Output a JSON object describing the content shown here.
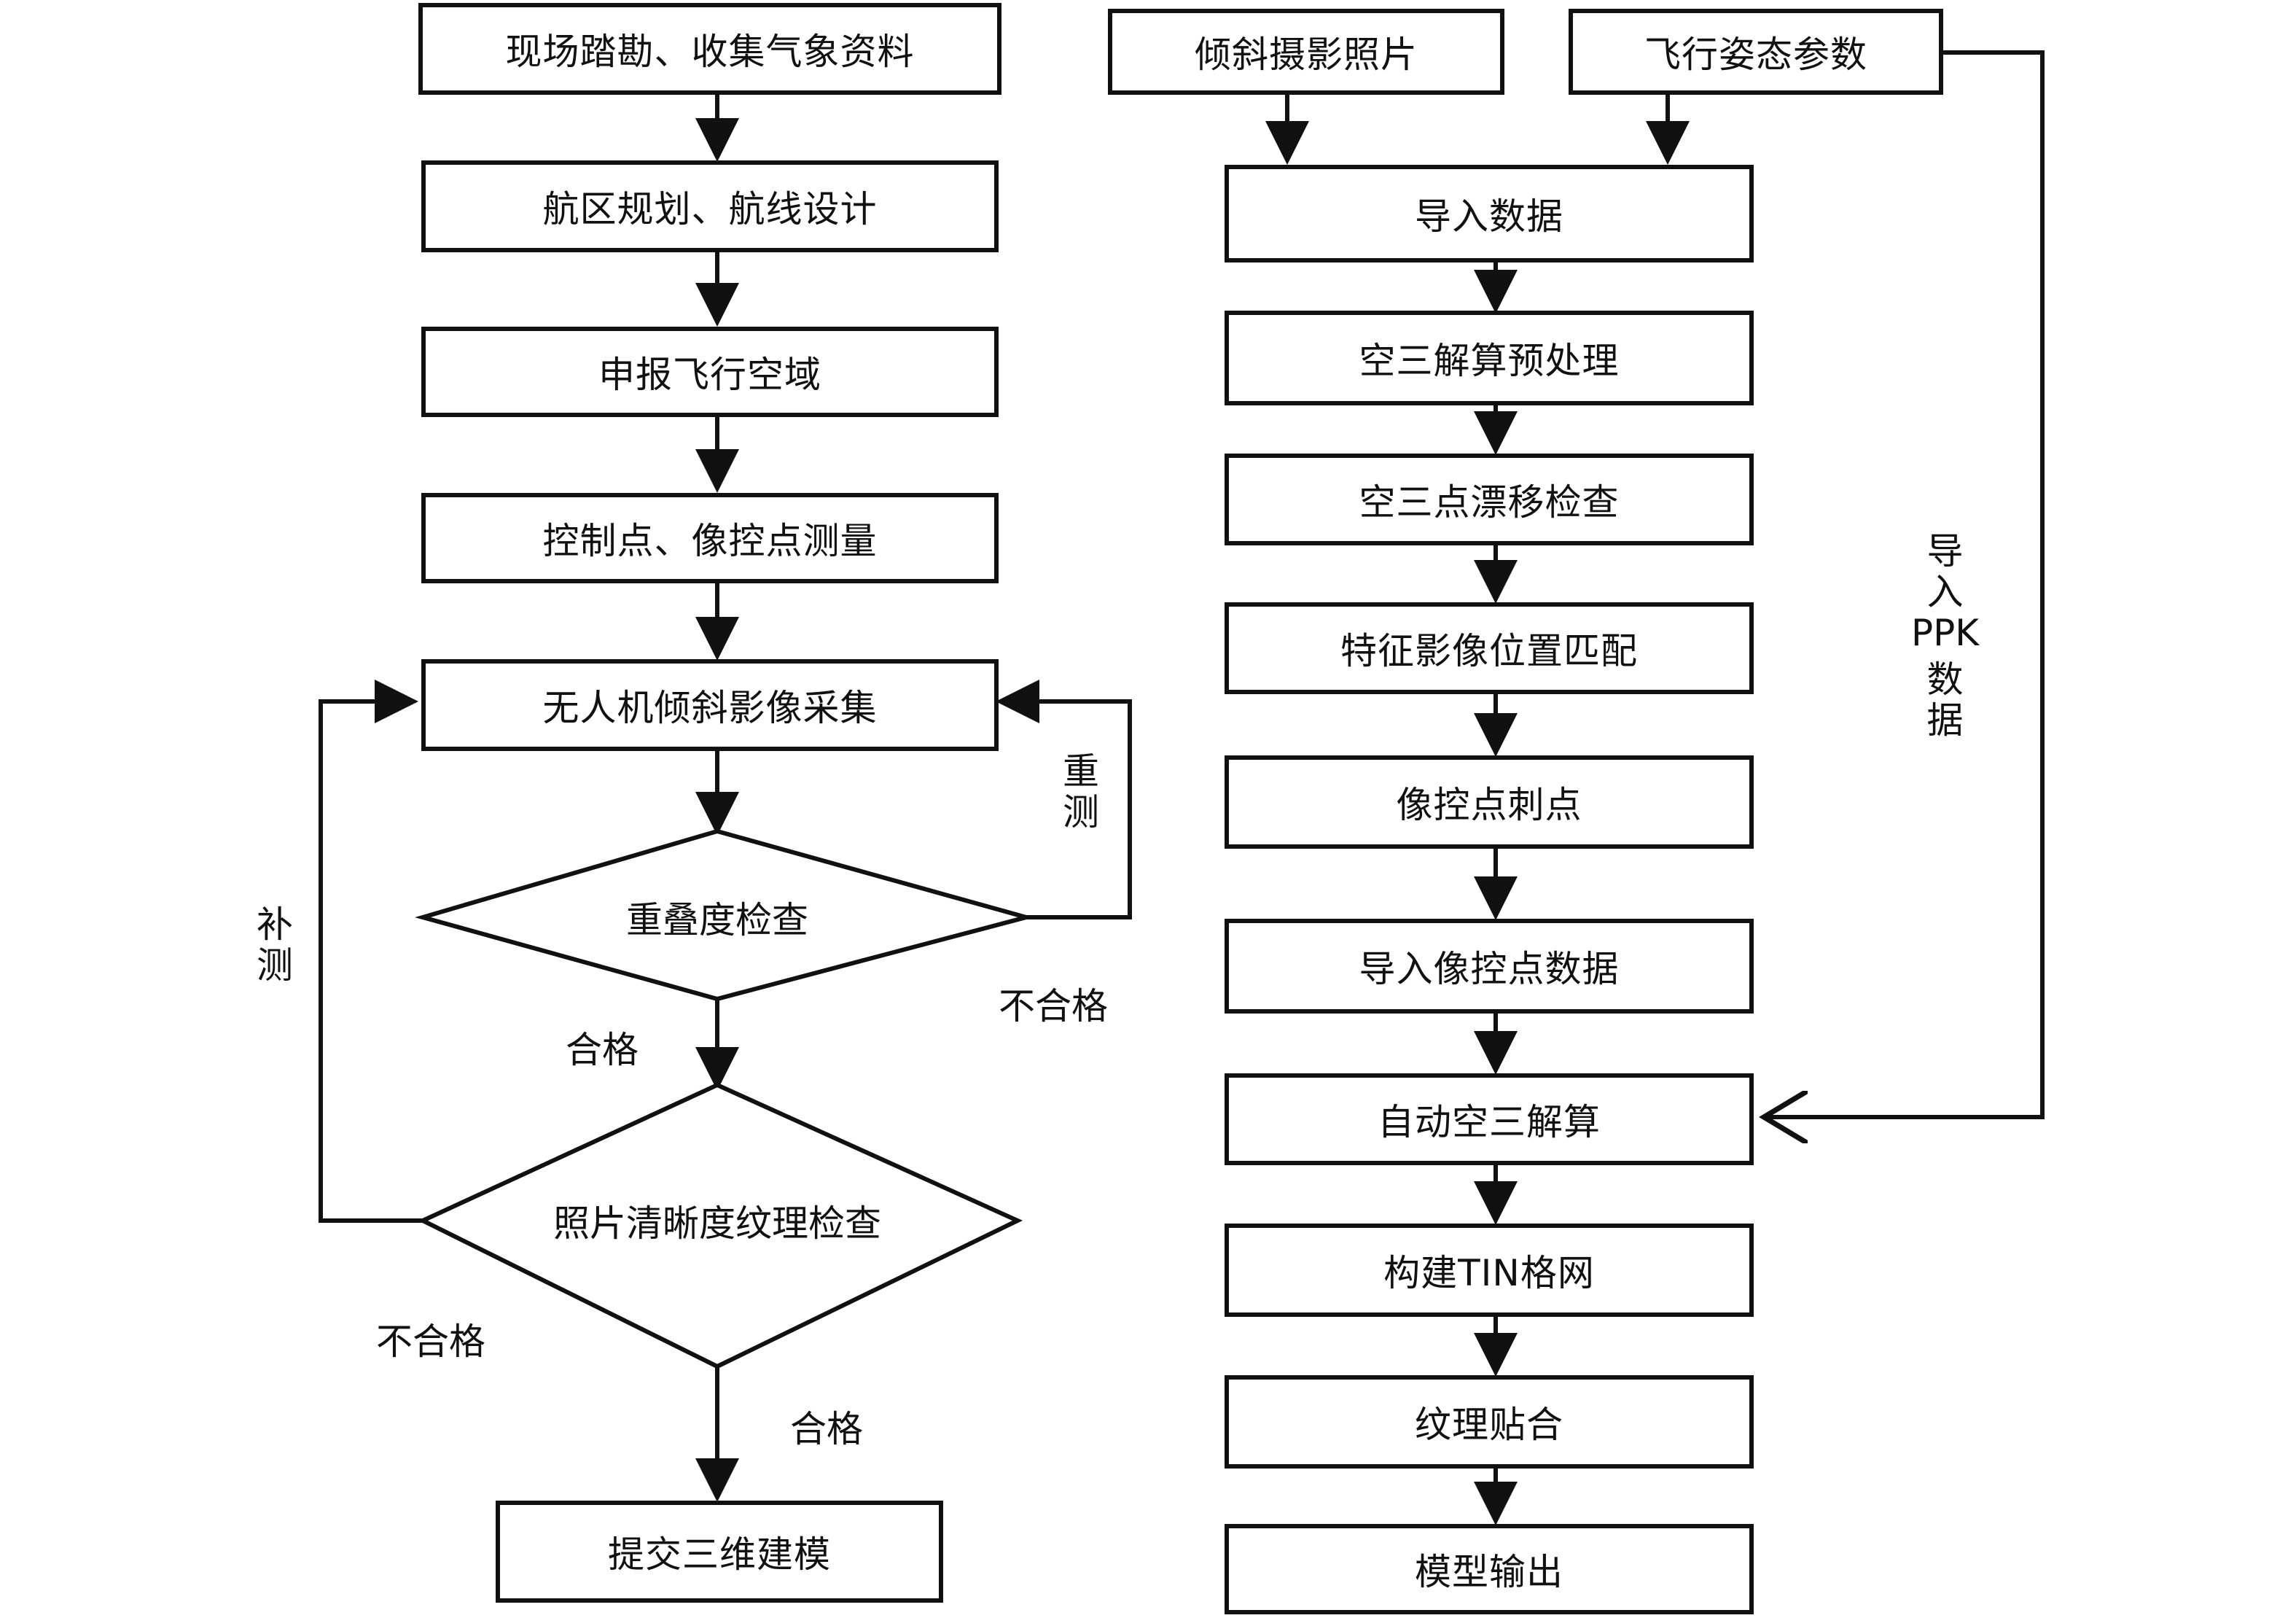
{
  "left_flow": {
    "step1": "现场踏勘、收集气象资料",
    "step2": "航区规划、航线设计",
    "step3": "申报飞行空域",
    "step4": "控制点、像控点测量",
    "step5": "无人机倾斜影像采集",
    "check1": "重叠度检查",
    "check2": "照片清晰度纹理检查",
    "final": "提交三维建模"
  },
  "left_labels": {
    "retest": [
      "重",
      "测"
    ],
    "supplement": [
      "补",
      "测"
    ],
    "fail1": "不合格",
    "pass1": "合格",
    "fail2": "不合格",
    "pass2": "合格"
  },
  "right_flow": {
    "input_photos": "倾斜摄影照片",
    "input_pose": "飞行姿态参数",
    "import": "导入数据",
    "preprocess": "空三解算预处理",
    "drift_check": "空三点漂移检查",
    "feature_match": "特征影像位置匹配",
    "gcp_prick": "像控点刺点",
    "gcp_import": "导入像控点数据",
    "auto_at": "自动空三解算",
    "tin": "构建TIN格网",
    "texture": "纹理贴合",
    "output": "模型输出"
  },
  "ppk_label": [
    "导",
    "入",
    "PPK",
    "数",
    "据"
  ]
}
